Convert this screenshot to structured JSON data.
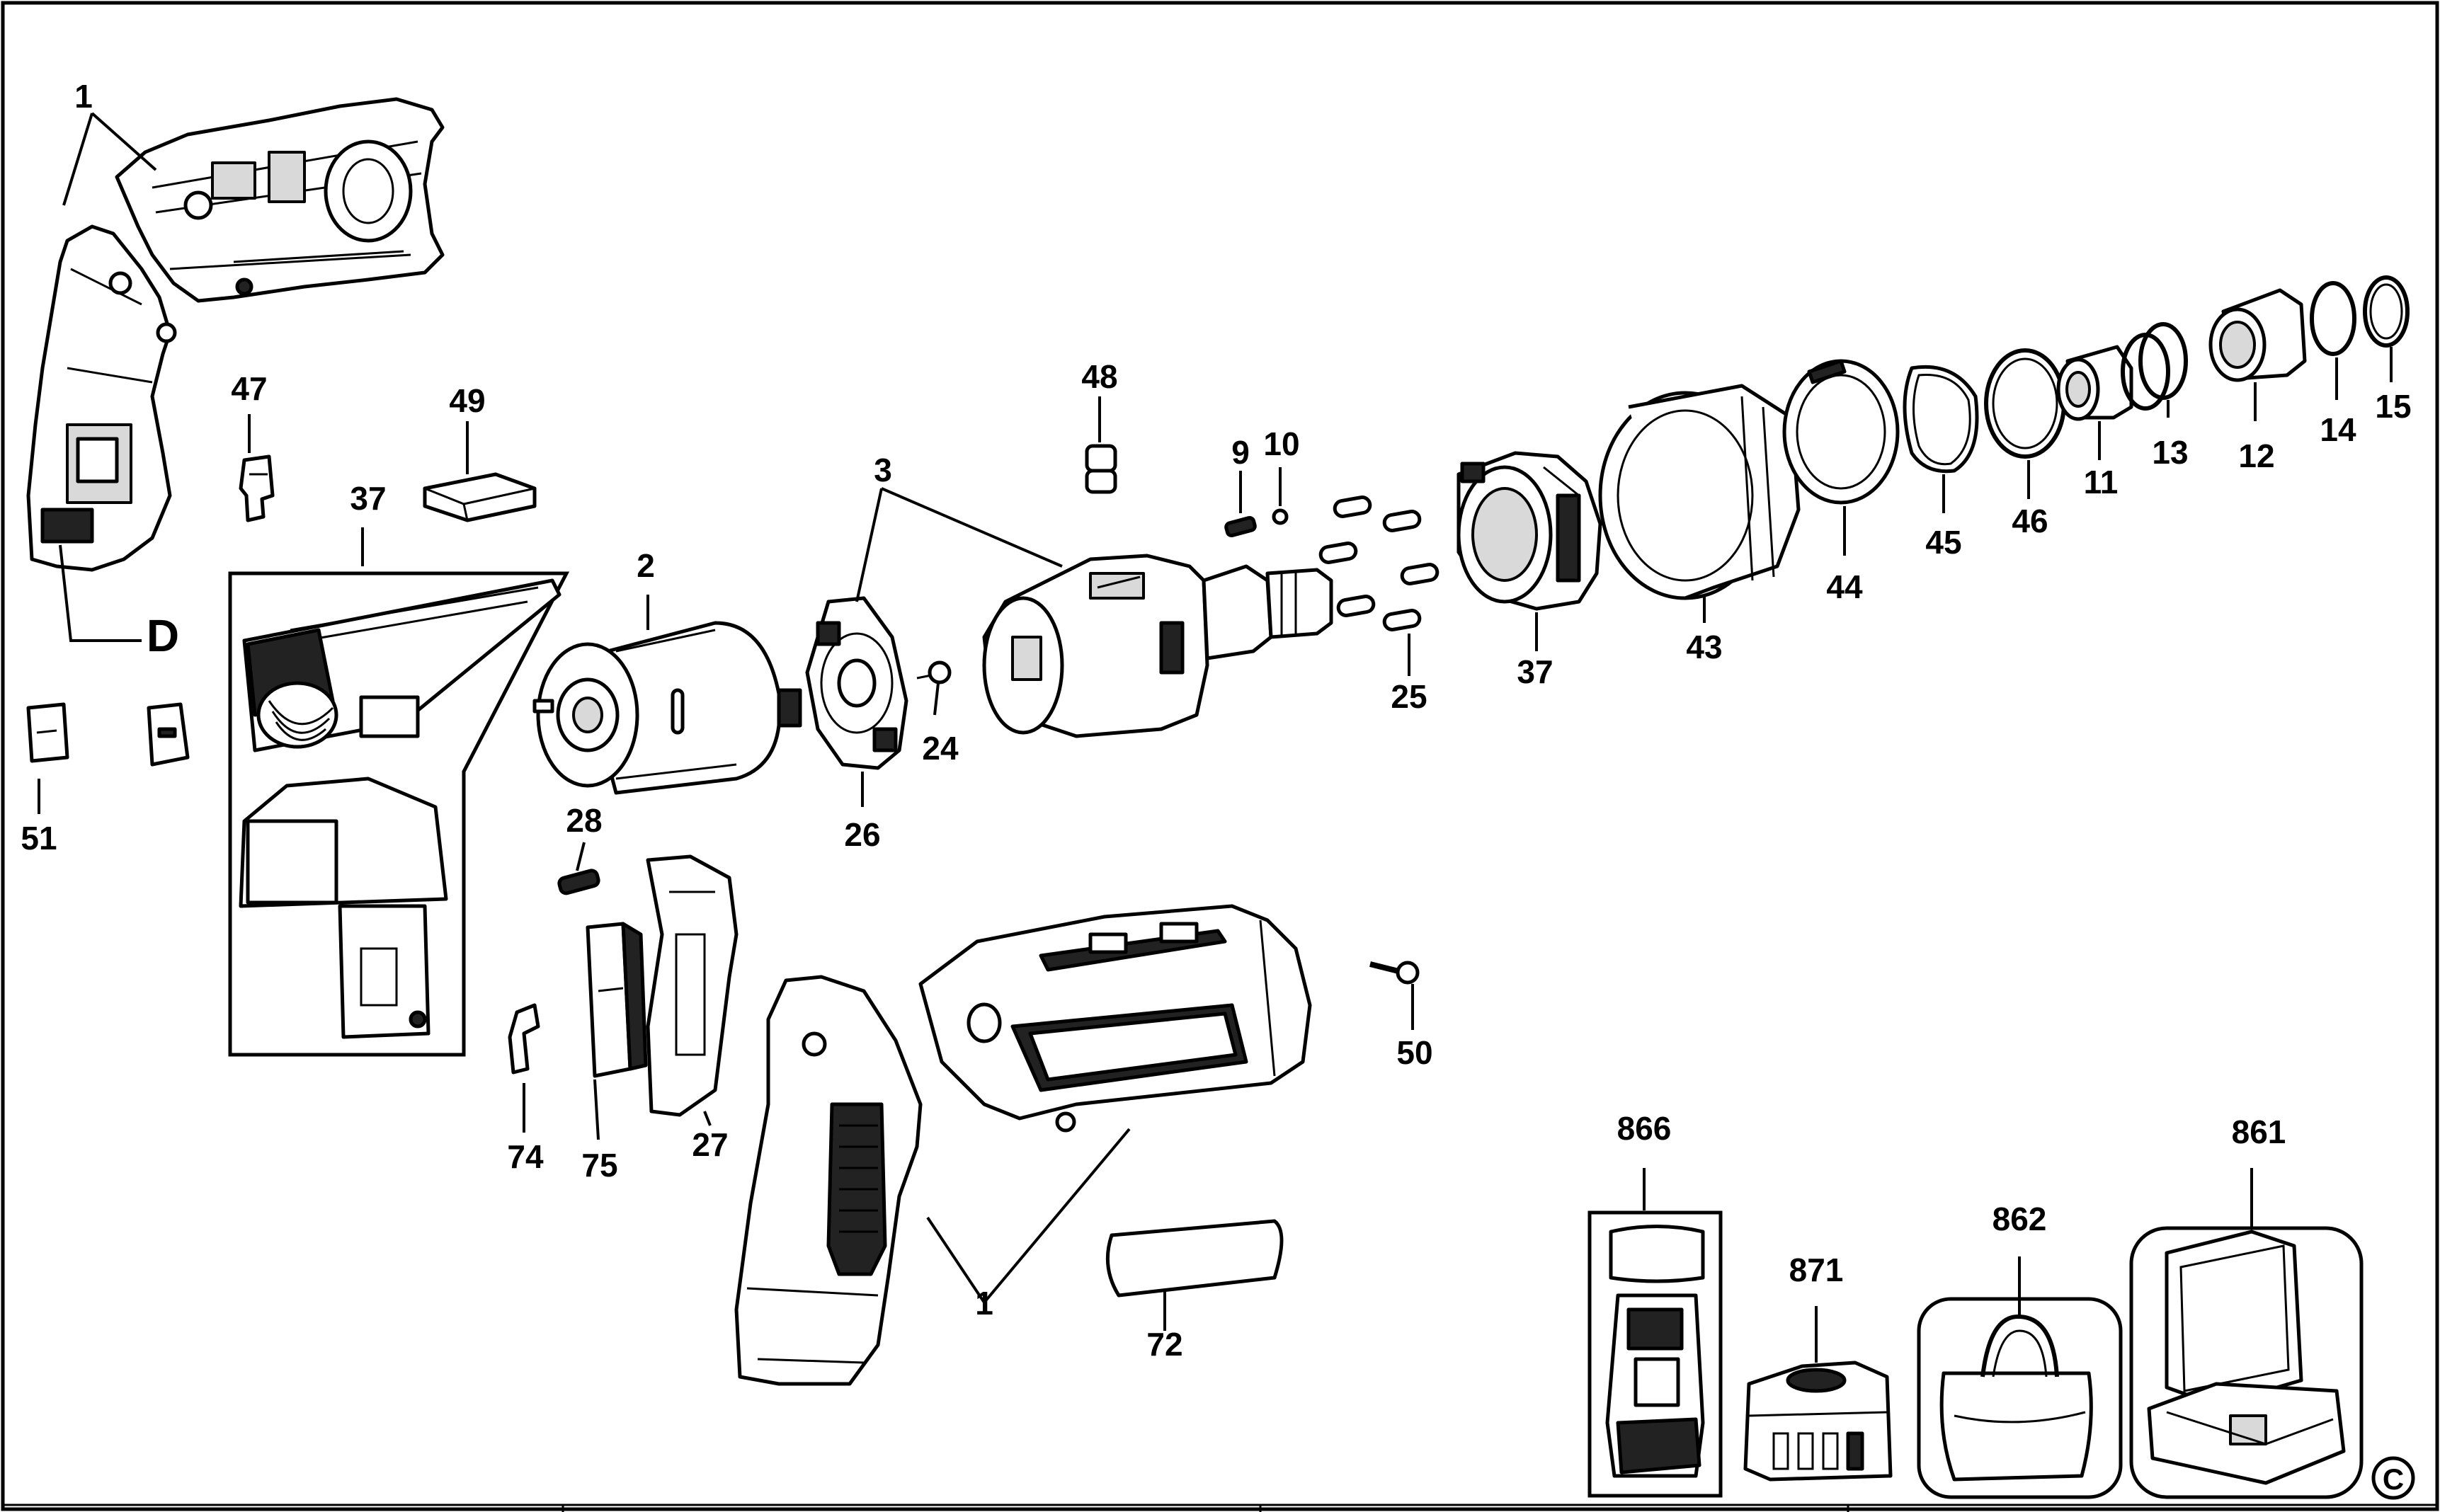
{
  "labels": {
    "p1_top": "1",
    "p1_bottom": "1",
    "pD": "D",
    "p47": "47",
    "p49": "49",
    "p37_left": "37",
    "p51": "51",
    "p2": "2",
    "p3": "3",
    "p48": "48",
    "p9": "9",
    "p10": "10",
    "p24": "24",
    "p26": "26",
    "p25": "25",
    "p37_right": "37",
    "p43": "43",
    "p44": "44",
    "p45": "45",
    "p46": "46",
    "p11": "11",
    "p13": "13",
    "p12": "12",
    "p14": "14",
    "p15": "15",
    "p28": "28",
    "p74": "74",
    "p75": "75",
    "p27": "27",
    "p50": "50",
    "p72": "72",
    "p866": "866",
    "p871": "871",
    "p862": "862",
    "p861": "861",
    "copyright": "C"
  }
}
